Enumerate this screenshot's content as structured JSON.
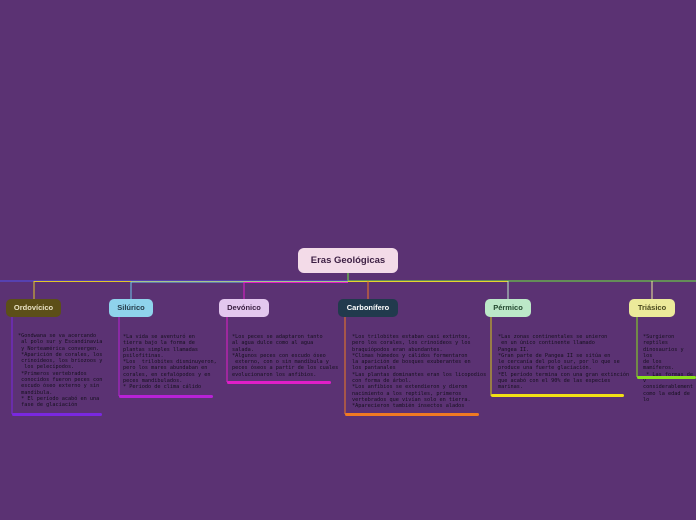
{
  "root": {
    "label": "Eras Geológicas"
  },
  "eras": [
    {
      "name": "Ordovícico",
      "color": "#5c4f18",
      "text_color": "#e9e2c4",
      "line_color": "#7a28e0",
      "text": "*Gondwana se va acercando\n al polo sur y Escandinavia\n y Norteamérica convergen.\n *Aparición de corales, los\n crinoideos, los briozoos y\n  los pelecípodos.\n *Primeros vertebrados\n conocidos fueron peces con\n escudo óseo externo y sin\n mandíbula.\n * El período acabó en una\n fase de glaciación"
    },
    {
      "name": "Silúrico",
      "color": "#8fd3ec",
      "text_color": "#243a48",
      "line_color": "#b822d6",
      "text": "*La vida se aventuró en\ntierra bajo la forma de\nplantas simples llamadas\npsilofitinas.\n*Los  trilobites disminuyeron,\npero los mares abundaban en\ncorales, en cefalópodos y en\npeces mandibulados.\n* Periodo de clima cálido"
    },
    {
      "name": "Devónico",
      "color": "#e3c7ee",
      "text_color": "#3c2244",
      "line_color": "#e01ec8",
      "text": "*Los peces se adaptaron tanto\nal agua dulce como al agua\nsalada.\n*Algunos peces con escudo óseo\n externo, con o sin mandíbula y\npeces óseos a partir de los cuales\nevolucionaron los anfibios."
    },
    {
      "name": "Carbonífero",
      "color": "#213a4d",
      "text_color": "#ffffff",
      "line_color": "#f07a22",
      "text": "*Los trilobites estaban casi extintos,\npero los corales, los crinoideos y los\nbraquiópodos eran abundantes.\n*Climas húmedos y cálidos formentaron\nla aparición de bosques exuberantes en\nlos pantanales\n*Las plantas dominantes eran los licopodios\ncon forma de árbol.\n*Los anfibios se extendieron y dieron\nnacimiento a los reptiles, primeros\nvertebrados que vivían solo en tierra.\n*Aparecieron también insectos alados"
    },
    {
      "name": "Pérmico",
      "color": "#bce8c8",
      "text_color": "#244a30",
      "line_color": "#f2e014",
      "text": "*Las zonas continentales se unieron\n en un único continente llamado\nPangea II.\n*Gran parte de Pangea II se sitúa en\nle cercanía del polo sur, por lo que se\nproduce una fuerte glaciación.\n*El período termina con una gran extinción\nque acabó con el 90% de las especies\nmarinas."
    },
    {
      "name": "Triásico",
      "color": "#ecea9a",
      "text_color": "#4a4a1e",
      "line_color": "#8ae01e",
      "text": "*Surgieron reptiles\ndinosaurios y los\nde los mamíferos.\n * Las formas de v\nconsiderablement\ncomo la edad de lo"
    }
  ]
}
